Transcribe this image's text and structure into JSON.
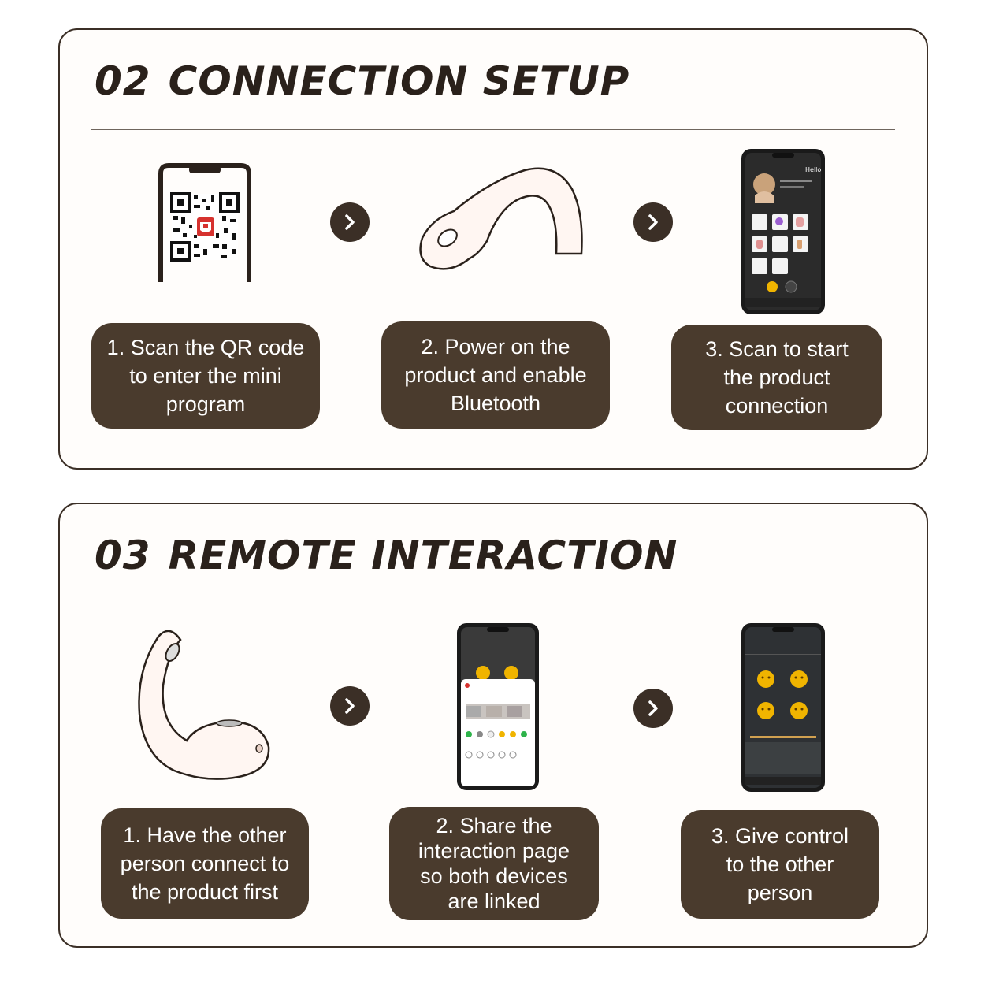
{
  "sections": [
    {
      "number": "02",
      "title": "CONNECTION SETUP",
      "steps": [
        "1. Scan the QR code\nto enter the mini\nprogram",
        "2. Power on the\nproduct and enable\nBluetooth",
        "3. Scan to start\nthe product\nconnection"
      ]
    },
    {
      "number": "03",
      "title": "REMOTE INTERACTION",
      "steps": [
        "1. Have the other\nperson connect to\nthe product first",
        "2. Share the\ninteraction page\nso both devices\nare linked",
        "3. Give control\nto the other\nperson"
      ]
    }
  ],
  "phone_screens": {
    "greeting": "Hello"
  },
  "colors": {
    "brown_dark": "#3b2f26",
    "box_brown": "#4a3b2d",
    "emoji_yellow": "#f0b400"
  },
  "icons": [
    "phone-qr-icon",
    "device-icon",
    "chevron-right-icon",
    "app-phone-icon"
  ]
}
